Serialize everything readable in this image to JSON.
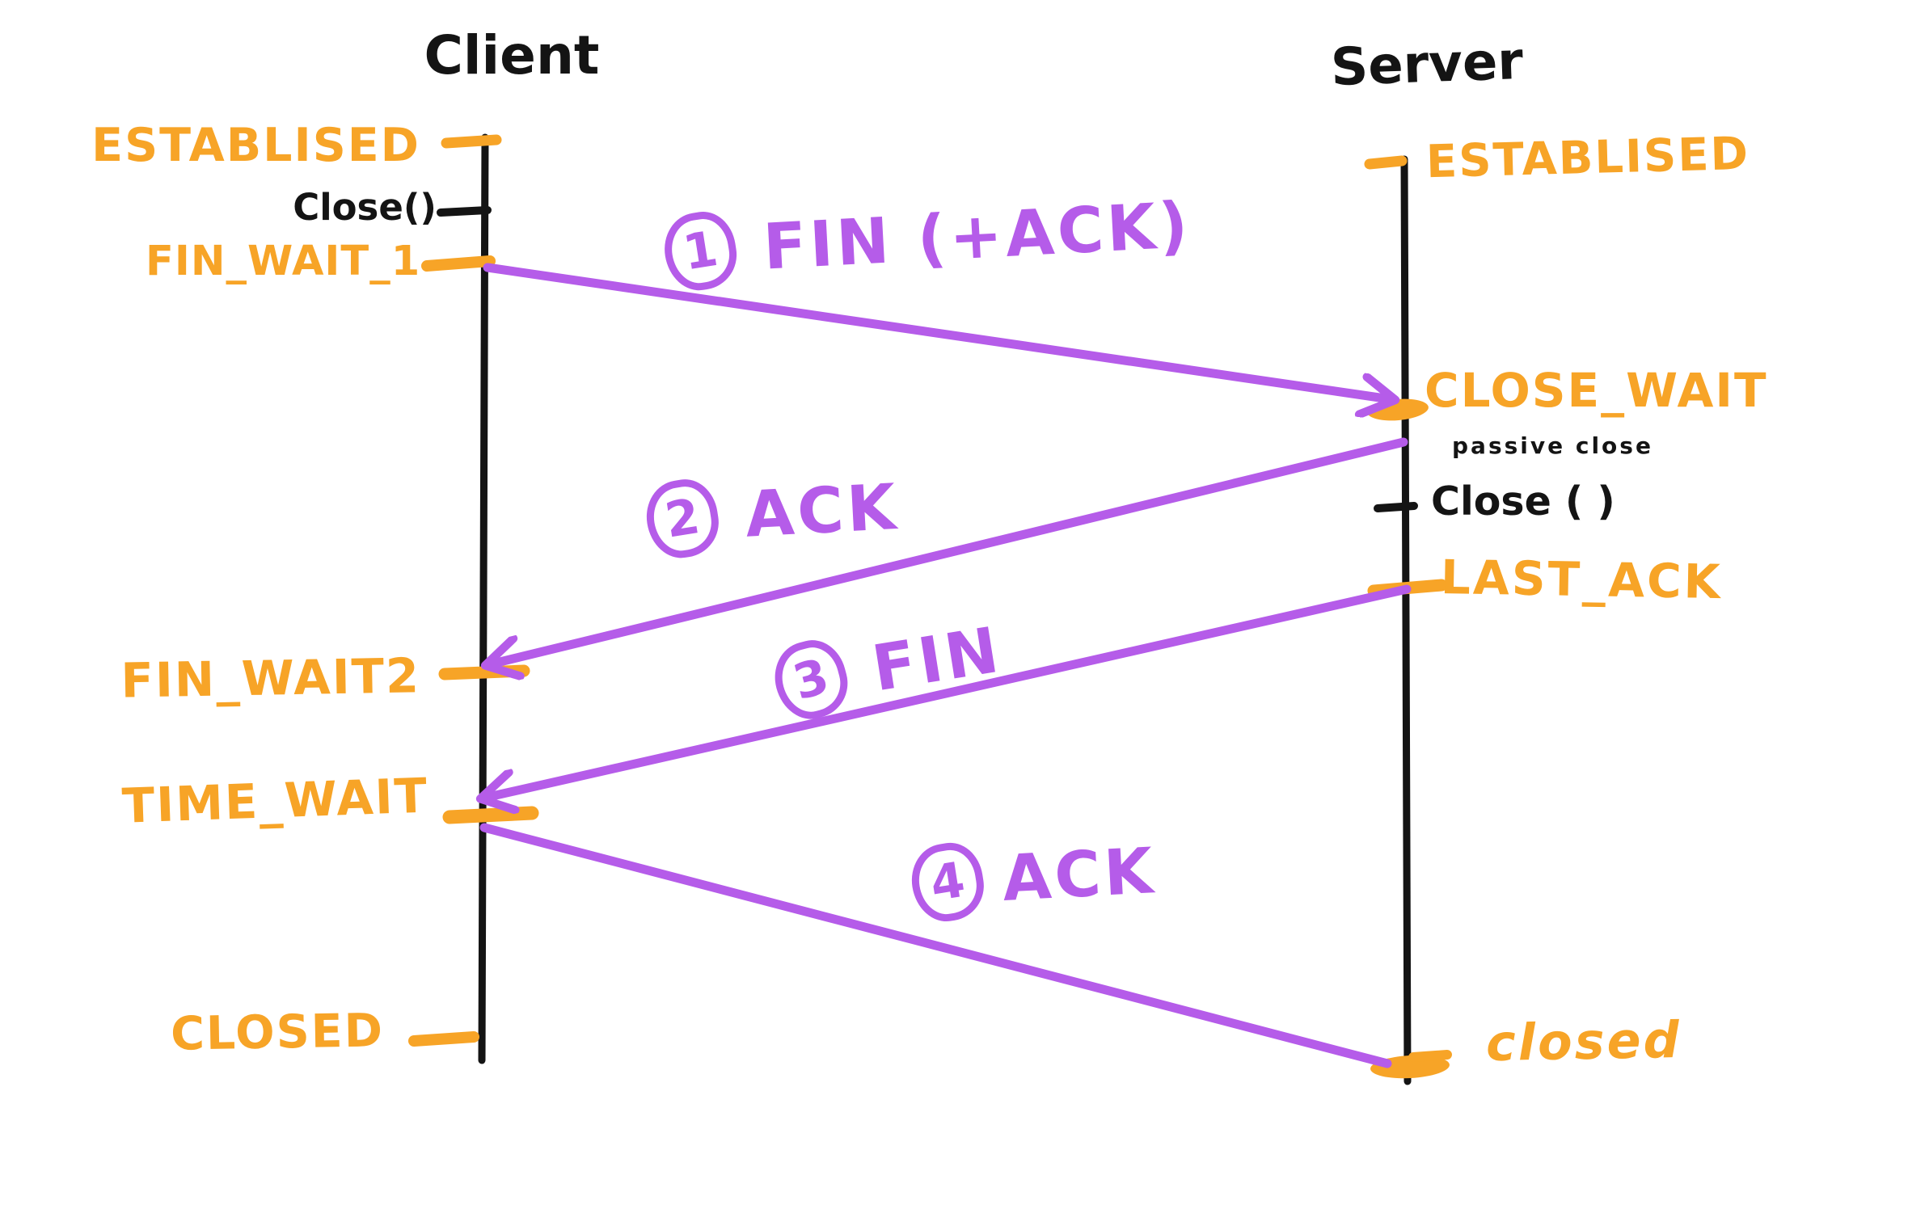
{
  "colors": {
    "state_orange": "#F7A427",
    "message_purple": "#B55CE9",
    "ink": "#141414"
  },
  "client": {
    "title": "Client",
    "established": "ESTABLISED",
    "close_call": "Close()",
    "fin_wait_1": "FIN_WAIT_1",
    "fin_wait_2": "FIN_WAIT2",
    "time_wait": "TIME_WAIT",
    "closed": "CLOSED"
  },
  "server": {
    "title": "Server",
    "established": "ESTABLISED",
    "close_wait": "CLOSE_WAIT",
    "passive_close_note": "passive close",
    "close_call": "Close ( )",
    "last_ack": "LAST_ACK",
    "closed": "closed"
  },
  "messages": [
    {
      "num": "1",
      "label": "FIN (+ACK)"
    },
    {
      "num": "2",
      "label": "ACK"
    },
    {
      "num": "3",
      "label": "FIN"
    },
    {
      "num": "4",
      "label": "ACK"
    }
  ]
}
